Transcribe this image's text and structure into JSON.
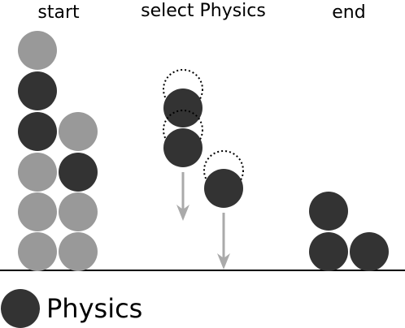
{
  "stages": {
    "start": "start",
    "select": "select Physics",
    "end": "end"
  },
  "legend": {
    "label": "Physics"
  },
  "colors": {
    "physics": "#333333",
    "other": "#999999",
    "arrow": "#aaaaaa",
    "ground": "#000000"
  }
}
